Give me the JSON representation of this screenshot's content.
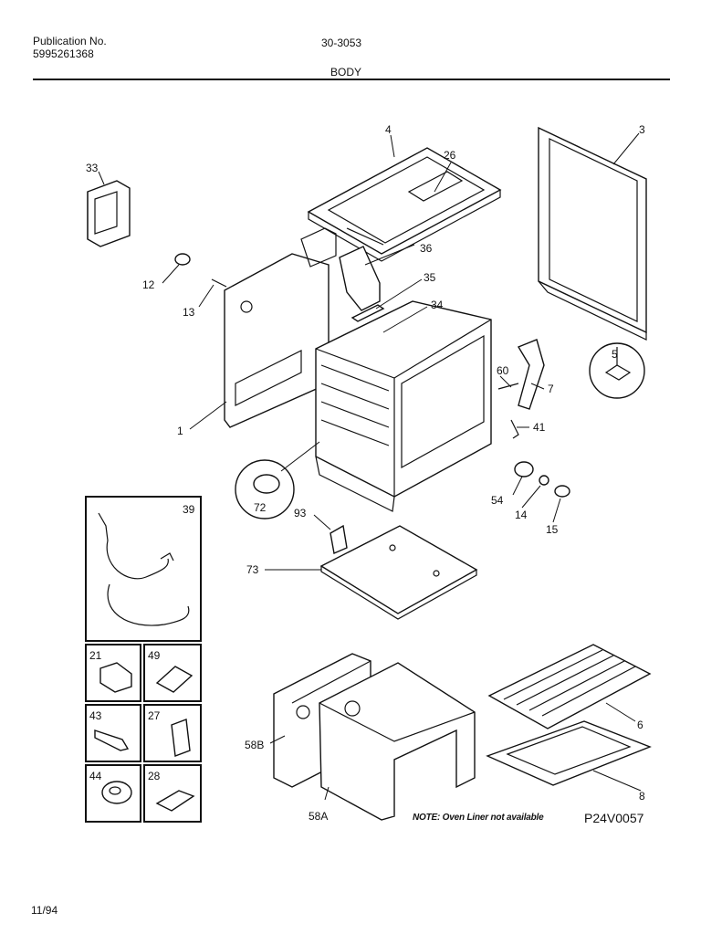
{
  "header": {
    "publication_label": "Publication No.",
    "publication_number": "5995261368",
    "model_code": "30-3053",
    "section_title": "BODY"
  },
  "footer": {
    "date": "11/94",
    "note": "NOTE: Oven Liner not available",
    "drawing_id": "P24V0057"
  },
  "callouts": {
    "p1": "1",
    "p3": "3",
    "p4": "4",
    "p5": "5",
    "p6": "6",
    "p7": "7",
    "p8": "8",
    "p12": "12",
    "p13": "13",
    "p14": "14",
    "p15": "15",
    "p26": "26",
    "p33": "33",
    "p34": "34",
    "p35": "35",
    "p36": "36",
    "p41": "41",
    "p54": "54",
    "p58a": "58A",
    "p58b": "58B",
    "p60": "60",
    "p72": "72",
    "p73": "73",
    "p93": "93"
  },
  "kit_boxes": {
    "b39": "39",
    "b21": "21",
    "b49": "49",
    "b43": "43",
    "b27": "27",
    "b44": "44",
    "b28": "28"
  }
}
